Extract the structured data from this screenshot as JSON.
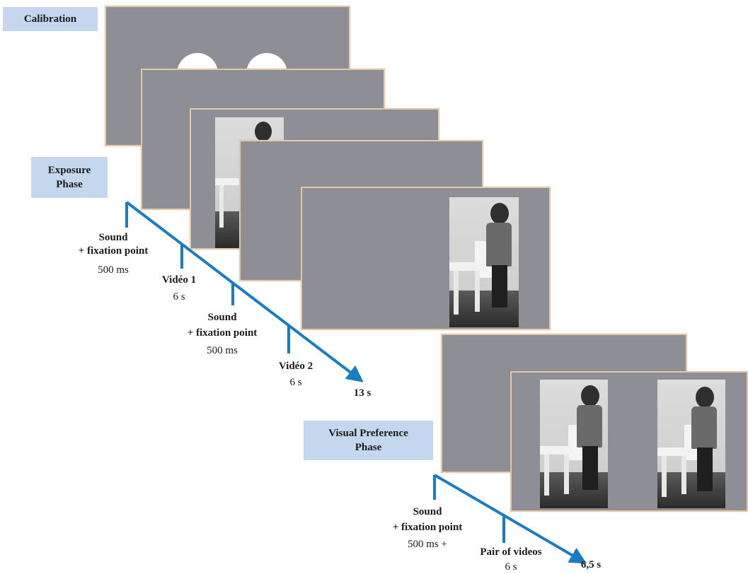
{
  "phases": {
    "calibration": "Calibration",
    "exposure_line1": "Exposure",
    "exposure_line2": "Phase",
    "preference_line1": "Visual Preference",
    "preference_line2": "Phase"
  },
  "exposure_timeline": {
    "step1_title_a": "Sound",
    "step1_title_b": "+ fixation point",
    "step1_duration": "500 ms",
    "step2_title": "Vidéo 1",
    "step2_duration": "6 s",
    "step3_title_a": "Sound",
    "step3_title_b": "+ fixation point",
    "step3_duration": "500 ms",
    "step4_title": "Vidéo 2",
    "step4_duration": "6 s",
    "total": "13 s"
  },
  "preference_timeline": {
    "step1_title_a": "Sound",
    "step1_title_b": "+ fixation point",
    "step1_duration": "500 ms +",
    "step2_title": "Pair of videos",
    "step2_duration": "6 s",
    "total": "6,5 s"
  },
  "colors": {
    "screen": "#8e8f96",
    "screen_border": "#e6c7a6",
    "label_bg": "#c5d7ee",
    "arrow": "#1a7dc4"
  }
}
